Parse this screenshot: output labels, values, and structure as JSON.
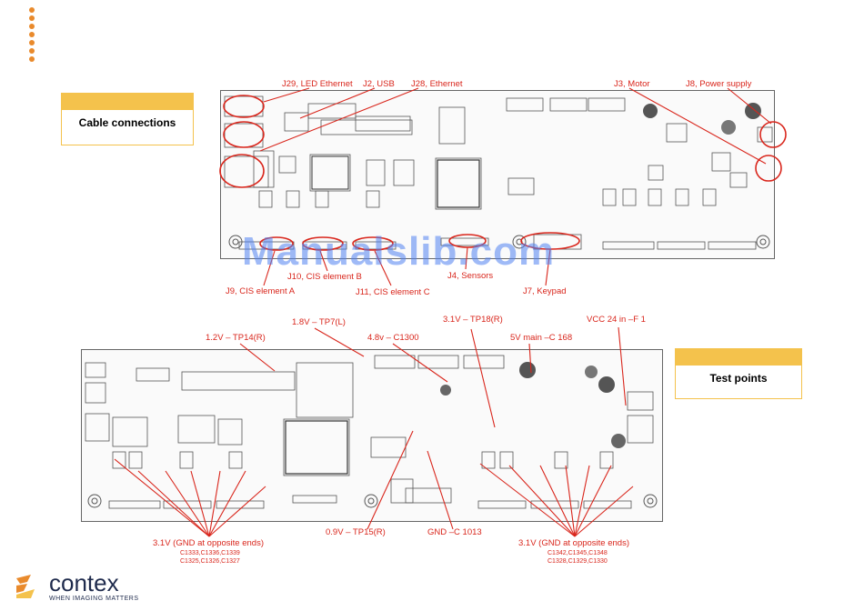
{
  "cable_box": {
    "title": "Cable connections"
  },
  "test_box": {
    "title": "Test points"
  },
  "watermark": "Manualslib.com",
  "top_labels": {
    "j29": "J29, LED Ethernet",
    "j2": "J2, USB",
    "j28": "J28, Ethernet",
    "j3": "J3, Motor",
    "j8": "J8, Power supply",
    "j10": "J10, CIS element B",
    "j4": "J4, Sensors",
    "j9": "J9, CIS element A",
    "j11": "J11, CIS element C",
    "j7": "J7, Keypad"
  },
  "bottom_labels": {
    "tp7": "1.8V – TP7(L)",
    "tp14": "1.2V – TP14(R)",
    "c1300": "4.8v – C1300",
    "tp18": "3.1V – TP18(R)",
    "vcc": "VCC 24 in –F 1",
    "c168": "5V main –C 168",
    "tp15": "0.9V – TP15(R)",
    "c1013": "GND –C 1013",
    "left_31": "3.1V (GND at opposite ends)",
    "left_caps1": "C1333,C1336,C1339",
    "left_caps2": "C1325,C1326,C1327",
    "right_31": "3.1V (GND at opposite ends)",
    "right_caps1": "C1342,C1345,C1348",
    "right_caps2": "C1328,C1329,C1330"
  },
  "logo": {
    "name": "contex",
    "tagline": "WHEN IMAGING MATTERS"
  },
  "colors": {
    "accent": "#e98a2c",
    "callout": "#f4c24c",
    "annotation": "#d9261c",
    "brand": "#1f2b4d"
  }
}
